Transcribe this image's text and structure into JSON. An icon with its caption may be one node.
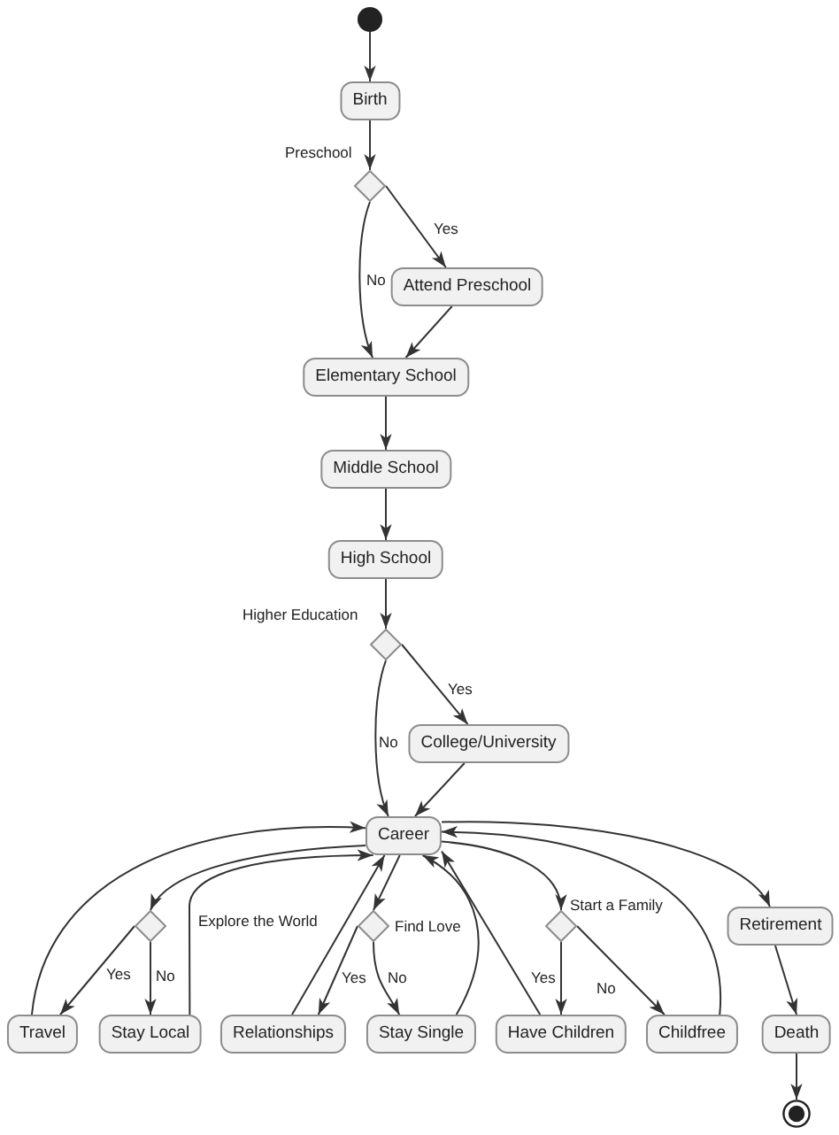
{
  "diagram": {
    "nodes": [
      {
        "text": [],
        "shape": "circle"
      },
      {
        "text": [
          "Birth"
        ]
      },
      {
        "text": [],
        "shape": "diamond",
        "beside": [
          "Preschool"
        ]
      },
      {
        "text": [
          "Attend Preschool"
        ]
      },
      {
        "text": [
          "Elementary School"
        ]
      },
      {
        "text": [
          "Middle School"
        ]
      },
      {
        "text": [
          "High School"
        ]
      },
      {
        "text": [],
        "shape": "diamond",
        "beside": [
          "Higher Education"
        ]
      },
      {
        "text": [
          "College/University"
        ]
      },
      {
        "text": [
          "Career"
        ]
      },
      {
        "text": [],
        "shape": "diamond",
        "beside": [
          "Explore the World"
        ]
      },
      {
        "text": [
          "Travel"
        ]
      },
      {
        "text": [
          "Stay Local"
        ]
      },
      {
        "text": [],
        "shape": "diamond",
        "beside": [
          "Find Love"
        ]
      },
      {
        "text": [
          "Relationships"
        ]
      },
      {
        "text": [
          "Stay Single"
        ]
      },
      {
        "text": [],
        "shape": "diamond",
        "beside": [
          "Start a Family"
        ]
      },
      {
        "text": [
          "Have Children"
        ]
      },
      {
        "text": [
          "Childfree"
        ]
      },
      {
        "text": [
          "Retirement"
        ]
      },
      {
        "text": [
          "Death"
        ]
      },
      {
        "text": [],
        "shape": "bullseye"
      }
    ],
    "edges": [
      {
        "from": 0,
        "to": 1,
        "arrow": "to"
      },
      {
        "from": 1,
        "to": 2,
        "arrow": "to"
      },
      {
        "from": 2,
        "to": 3,
        "arrow": "to",
        "label": "Yes"
      },
      {
        "from": 2,
        "to": 4,
        "arrow": "to",
        "label": "No"
      },
      {
        "from": 3,
        "to": 4,
        "arrow": "to"
      },
      {
        "from": 4,
        "to": 5,
        "arrow": "to"
      },
      {
        "from": 5,
        "to": 6,
        "arrow": "to"
      },
      {
        "from": 6,
        "to": 7,
        "arrow": "to"
      },
      {
        "from": 7,
        "to": 8,
        "arrow": "to",
        "label": "Yes"
      },
      {
        "from": 7,
        "to": 9,
        "arrow": "to",
        "label": "No"
      },
      {
        "from": 8,
        "to": 9,
        "arrow": "to"
      },
      {
        "from": 9,
        "to": 10,
        "arrow": "to"
      },
      {
        "from": 10,
        "to": 11,
        "arrow": "to",
        "label": "Yes"
      },
      {
        "from": 10,
        "to": 12,
        "arrow": "to",
        "label": "No"
      },
      {
        "from": 11,
        "to": 9,
        "arrow": "to"
      },
      {
        "from": 12,
        "to": 9,
        "arrow": "to"
      },
      {
        "from": 9,
        "to": 13,
        "arrow": "to"
      },
      {
        "from": 13,
        "to": 14,
        "arrow": "to",
        "label": "Yes"
      },
      {
        "from": 13,
        "to": 15,
        "arrow": "to",
        "label": "No"
      },
      {
        "from": 14,
        "to": 9,
        "arrow": "to"
      },
      {
        "from": 15,
        "to": 9,
        "arrow": "to"
      },
      {
        "from": 9,
        "to": 16,
        "arrow": "to"
      },
      {
        "from": 16,
        "to": 17,
        "arrow": "to",
        "label": "Yes"
      },
      {
        "from": 16,
        "to": 18,
        "arrow": "to",
        "label": "No"
      },
      {
        "from": 17,
        "to": 9,
        "arrow": "to"
      },
      {
        "from": 18,
        "to": 9,
        "arrow": "to"
      },
      {
        "from": 9,
        "to": 19,
        "arrow": "to"
      },
      {
        "from": 19,
        "to": 20,
        "arrow": "to"
      },
      {
        "from": 20,
        "to": 21,
        "arrow": "to"
      }
    ]
  }
}
